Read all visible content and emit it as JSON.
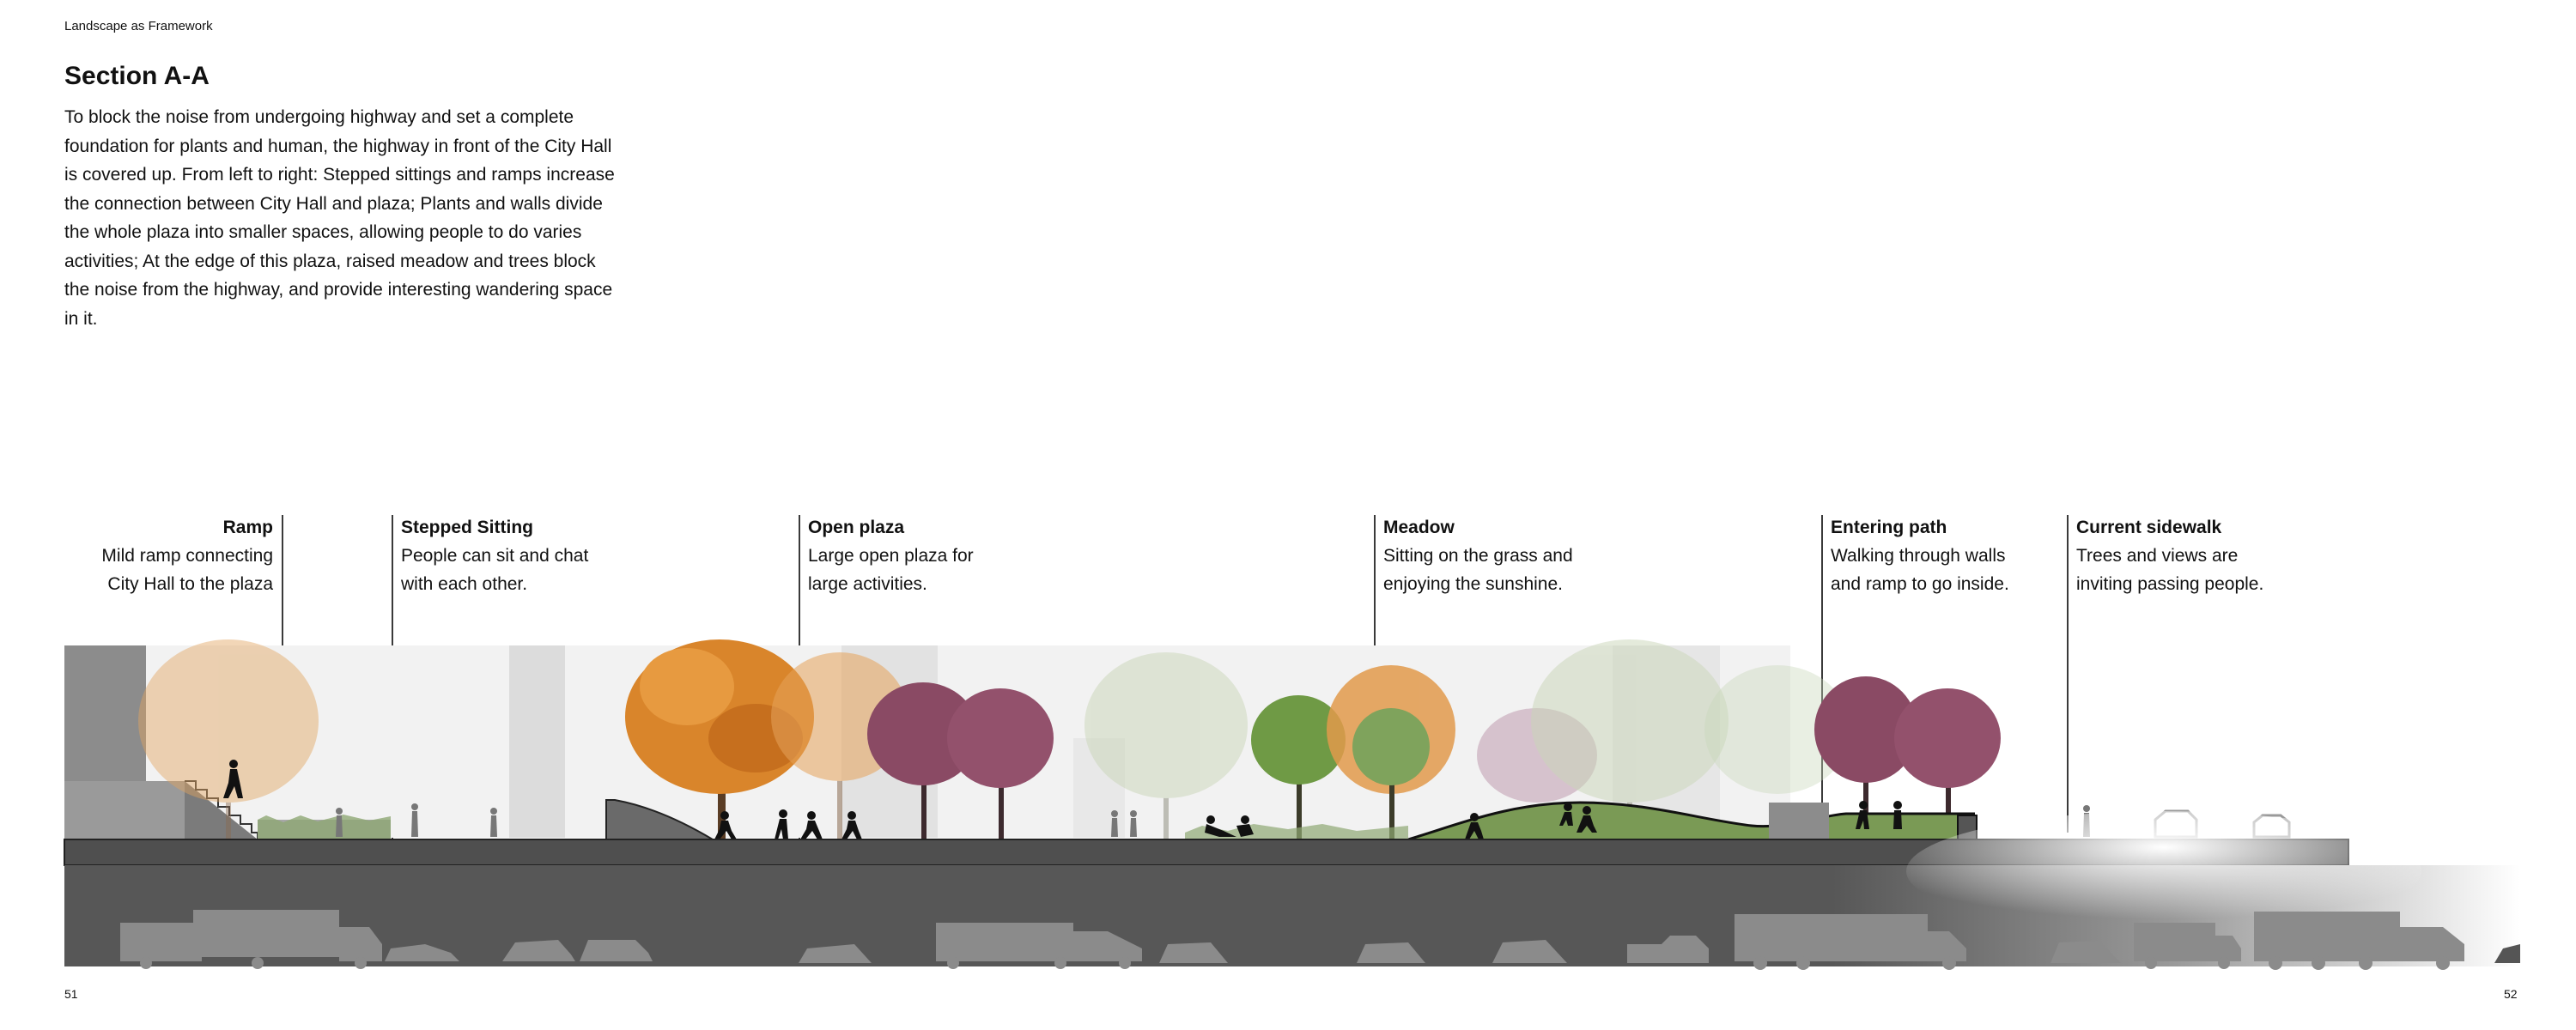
{
  "header": {
    "title": "Landscape as Framework"
  },
  "section": {
    "title": "Section A-A",
    "description": "To block the noise from undergoing highway and set a complete foundation for plants and human, the highway in front of the City Hall is covered up. From left to right: Stepped sittings and ramps increase the connection between City Hall and plaza; Plants and walls divide the whole plaza into smaller spaces, allowing people to do varies activities; At the edge of this plaza, raised meadow and trees block the noise from the highway, and provide interesting wandering space in it."
  },
  "labels": [
    {
      "title": "Ramp",
      "desc": "Mild ramp connecting\nCity Hall to the plaza"
    },
    {
      "title": "Stepped Sitting",
      "desc": "People can sit and chat\nwith each other."
    },
    {
      "title": "Open plaza",
      "desc": "Large open plaza for\nlarge activities."
    },
    {
      "title": "Meadow",
      "desc": "Sitting on the grass and\nenjoying the sunshine."
    },
    {
      "title": "Entering path",
      "desc": "Walking through walls\nand ramp to go inside."
    },
    {
      "title": "Current sidewalk",
      "desc": "Trees and views are\ninviting passing people."
    }
  ],
  "pages": {
    "left": "51",
    "right": "52"
  },
  "colors": {
    "deck": "#4f4f4f",
    "tunnel": "#575757",
    "vehicle": "#8b8b8b",
    "orange_tree": "#d9852b",
    "purple_tree": "#8a4a64",
    "green_tree": "#7fa35c",
    "faded_tree": "#c9d6b8",
    "grass": "#7a9a55"
  }
}
